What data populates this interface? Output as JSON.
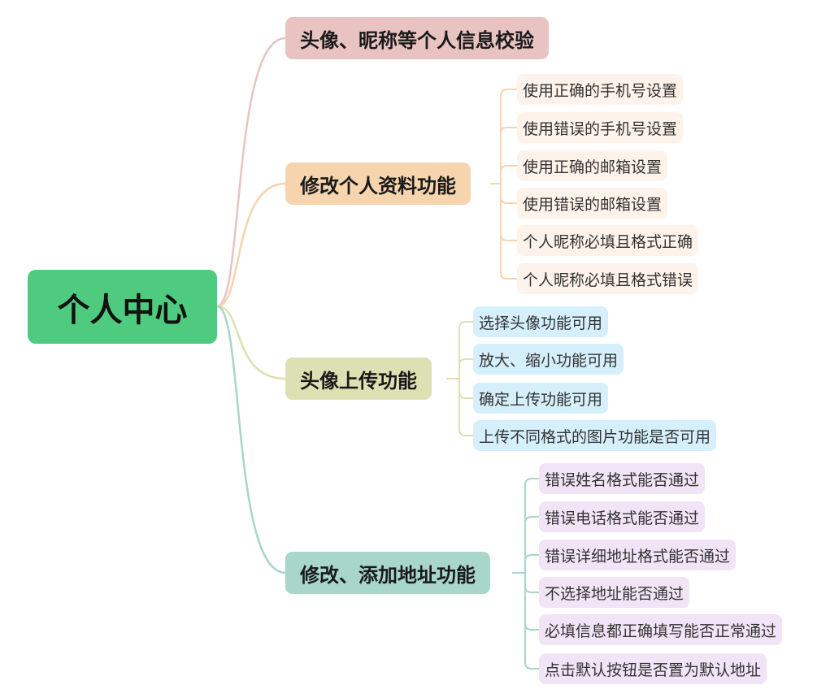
{
  "root": {
    "label": "个人中心",
    "color": "#4fcb7f"
  },
  "branches": [
    {
      "label": "头像、昵称等个人信息校验",
      "color": "#e8c3c2",
      "line": "#e8c3c2",
      "items": []
    },
    {
      "label": "修改个人资料功能",
      "color": "#f6d4ad",
      "line": "#f6d4ad",
      "leafColor": "#fdf3ea",
      "items": [
        "使用正确的手机号设置",
        "使用错误的手机号设置",
        "使用正确的邮箱设置",
        "使用错误的邮箱设置",
        "个人昵称必填且格式正确",
        "个人昵称必填且格式错误"
      ]
    },
    {
      "label": "头像上传功能",
      "color": "#dde0b3",
      "line": "#dde0b3",
      "leafColor": "#d5f0fb",
      "items": [
        "选择头像功能可用",
        "放大、缩小功能可用",
        "确定上传功能可用",
        "上传不同格式的图片功能是否可用"
      ]
    },
    {
      "label": "修改、添加地址功能",
      "color": "#a8d6c9",
      "line": "#a8d6c9",
      "leafColor": "#f1e4f6",
      "items": [
        "错误姓名格式能否通过",
        "错误电话格式能否通过",
        "错误详细地址格式能否通过",
        "不选择地址能否通过",
        "必填信息都正确填写能否正常通过",
        "点击默认按钮是否置为默认地址"
      ]
    }
  ]
}
